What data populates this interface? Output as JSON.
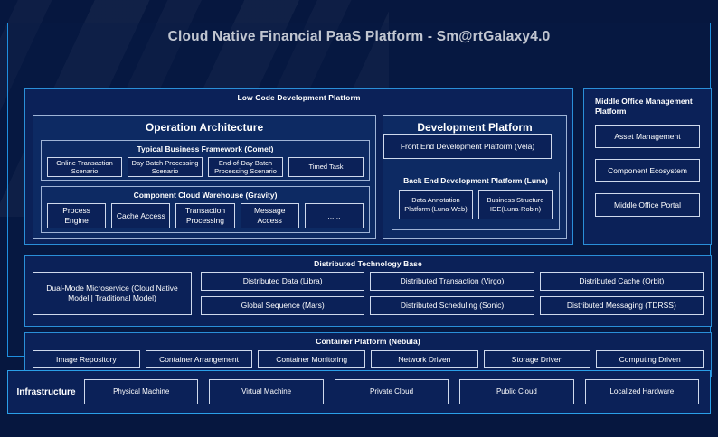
{
  "title": "Cloud Native Financial PaaS Platform - Sm@rtGalaxy4.0",
  "colors": {
    "background": "#06173f",
    "frame_border": "#1e8fe0",
    "panel_border": "#2a8fd8",
    "panel_fill": "#0b2158",
    "box_border": "#cfd9ec",
    "text": "#ffffff"
  },
  "low_code": {
    "header": "Low Code Development Platform",
    "operation_architecture": {
      "title": "Operation Architecture",
      "typical_business_framework": {
        "header": "Typical Business Framework (Comet)",
        "items": [
          "Online Transaction Scenario",
          "Day Batch Processing Scenario",
          "End-of-Day Batch Processing Scenario",
          "Timed Task"
        ]
      },
      "component_cloud_warehouse": {
        "header": "Component Cloud Warehouse (Gravity)",
        "items": [
          "Process Engine",
          "Cache Access",
          "Transaction Processing",
          "Message Access",
          "......"
        ]
      }
    },
    "development_platform": {
      "title": "Development Platform",
      "front_end": "Front End Development Platform (Vela)",
      "back_end": {
        "header": "Back End Development Platform (Luna)",
        "items": [
          "Data Annotation Platform (Luna-Web)",
          "Business Structure IDE(Luna-Robin)"
        ]
      }
    }
  },
  "middle_office": {
    "header": "Middle Office Management Platform",
    "items": [
      "Asset Management",
      "Component Ecosystem",
      "Middle Office Portal"
    ]
  },
  "distributed_technology_base": {
    "header": "Distributed Technology Base",
    "wide_item": "Dual-Mode Microservice (Cloud Native Model | Traditional Model)",
    "grid_items": [
      "Distributed Data (Libra)",
      "Distributed Transaction (Virgo)",
      "Distributed Cache (Orbit)",
      "Global Sequence (Mars)",
      "Distributed Scheduling (Sonic)",
      "Distributed Messaging (TDRSS)"
    ]
  },
  "container_platform": {
    "header": "Container Platform (Nebula)",
    "items": [
      "Image Repository",
      "Container Arrangement",
      "Container Monitoring",
      "Network Driven",
      "Storage Driven",
      "Computing Driven"
    ]
  },
  "infrastructure": {
    "label": "Infrastructure",
    "items": [
      "Physical Machine",
      "Virtual Machine",
      "Private Cloud",
      "Public Cloud",
      "Localized Hardware"
    ]
  }
}
